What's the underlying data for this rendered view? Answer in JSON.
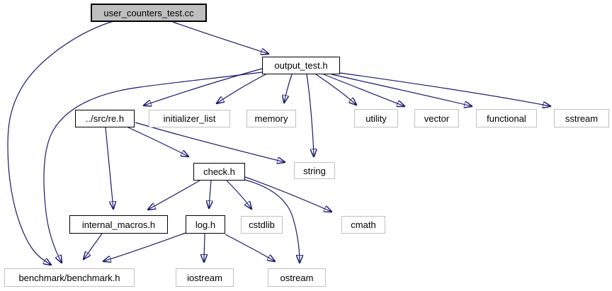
{
  "diagram": {
    "kind": "doxygen-include-dependency-graph",
    "root_file": "user_counters_test.cc",
    "colors": {
      "edge": "#191970",
      "root_fill": "#bfbfbf",
      "node_fill": "#ffffff",
      "linked_node_border": "#000000",
      "system_node_border": "#c0c0c0",
      "text": "#000000",
      "background": "#ffffff"
    },
    "nodes": [
      {
        "id": "user_counters_test",
        "label": "user_counters_test.cc",
        "kind": "root"
      },
      {
        "id": "output_test",
        "label": "output_test.h",
        "kind": "linked"
      },
      {
        "id": "src_re",
        "label": "../src/re.h",
        "kind": "linked"
      },
      {
        "id": "initializer_list",
        "label": "initializer_list",
        "kind": "system"
      },
      {
        "id": "memory",
        "label": "memory",
        "kind": "system"
      },
      {
        "id": "utility",
        "label": "utility",
        "kind": "system"
      },
      {
        "id": "vector",
        "label": "vector",
        "kind": "system"
      },
      {
        "id": "functional",
        "label": "functional",
        "kind": "system"
      },
      {
        "id": "sstream",
        "label": "sstream",
        "kind": "system"
      },
      {
        "id": "string",
        "label": "string",
        "kind": "system"
      },
      {
        "id": "check",
        "label": "check.h",
        "kind": "linked"
      },
      {
        "id": "internal_macros",
        "label": "internal_macros.h",
        "kind": "linked"
      },
      {
        "id": "log",
        "label": "log.h",
        "kind": "linked"
      },
      {
        "id": "cstdlib",
        "label": "cstdlib",
        "kind": "system"
      },
      {
        "id": "cmath",
        "label": "cmath",
        "kind": "system"
      },
      {
        "id": "benchmark_benchmark",
        "label": "benchmark/benchmark.h",
        "kind": "system"
      },
      {
        "id": "iostream",
        "label": "iostream",
        "kind": "system"
      },
      {
        "id": "ostream",
        "label": "ostream",
        "kind": "system"
      }
    ],
    "edges": [
      {
        "from": "user_counters_test",
        "to": "output_test"
      },
      {
        "from": "user_counters_test",
        "to": "benchmark_benchmark"
      },
      {
        "from": "output_test",
        "to": "src_re"
      },
      {
        "from": "output_test",
        "to": "initializer_list"
      },
      {
        "from": "output_test",
        "to": "memory"
      },
      {
        "from": "output_test",
        "to": "string"
      },
      {
        "from": "output_test",
        "to": "utility"
      },
      {
        "from": "output_test",
        "to": "vector"
      },
      {
        "from": "output_test",
        "to": "functional"
      },
      {
        "from": "output_test",
        "to": "sstream"
      },
      {
        "from": "output_test",
        "to": "benchmark_benchmark"
      },
      {
        "from": "src_re",
        "to": "check"
      },
      {
        "from": "src_re",
        "to": "string"
      },
      {
        "from": "src_re",
        "to": "internal_macros"
      },
      {
        "from": "check",
        "to": "internal_macros"
      },
      {
        "from": "check",
        "to": "log"
      },
      {
        "from": "check",
        "to": "cstdlib"
      },
      {
        "from": "check",
        "to": "cmath"
      },
      {
        "from": "check",
        "to": "ostream"
      },
      {
        "from": "internal_macros",
        "to": "benchmark_benchmark"
      },
      {
        "from": "log",
        "to": "benchmark_benchmark"
      },
      {
        "from": "log",
        "to": "iostream"
      },
      {
        "from": "log",
        "to": "ostream"
      }
    ]
  }
}
